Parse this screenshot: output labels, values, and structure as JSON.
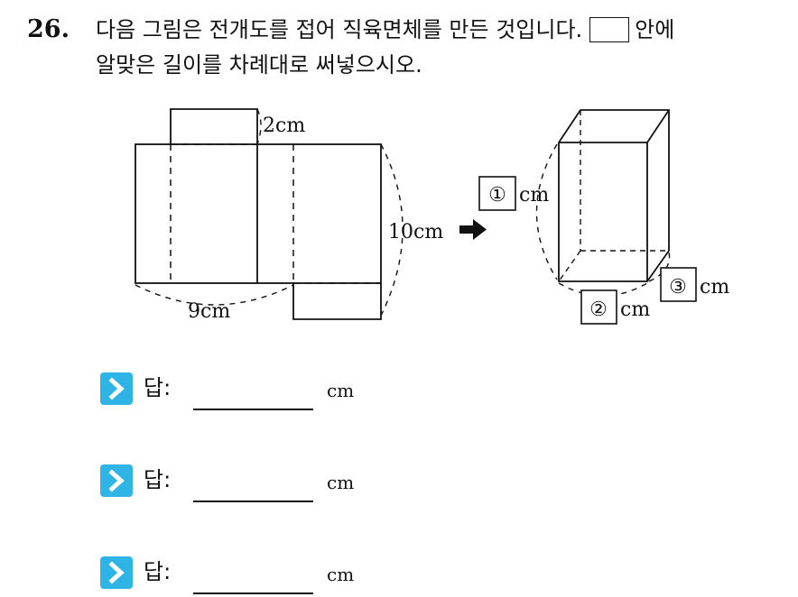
{
  "question": {
    "number": "26.",
    "line1_before": "다음 그림은 전개도를 접어 직육면체를 만든 것입니다.",
    "line1_after": "안에",
    "line2": "알맞은 길이를 차례대로 써넣으시오."
  },
  "figure": {
    "net_top_flap_label": "2cm",
    "net_height_label": "10cm",
    "net_width_label": "9cm",
    "box_label_1": "①",
    "box_label_2": "②",
    "box_label_3": "③",
    "unit": "cm"
  },
  "answers": [
    {
      "label": "답:",
      "unit": "cm"
    },
    {
      "label": "답:",
      "unit": "cm"
    },
    {
      "label": "답:",
      "unit": "cm"
    }
  ],
  "colors": {
    "answer_icon": "#2fb4e6",
    "ink": "#111111"
  }
}
